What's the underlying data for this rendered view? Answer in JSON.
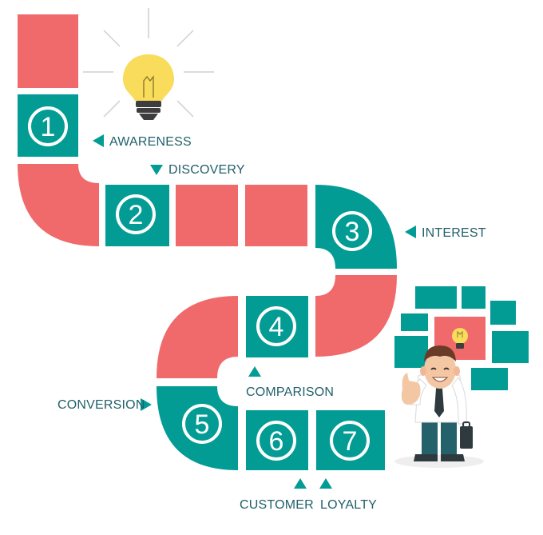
{
  "stages": [
    {
      "number": "1",
      "label": "AWARENESS"
    },
    {
      "number": "2",
      "label": "DISCOVERY"
    },
    {
      "number": "3",
      "label": "INTEREST"
    },
    {
      "number": "4",
      "label": "COMPARISON"
    },
    {
      "number": "5",
      "label": "CONVERSION"
    },
    {
      "number": "6",
      "label": "CUSTOMER"
    },
    {
      "number": "7",
      "label": "LOYALTY"
    }
  ],
  "colors": {
    "teal": "#039c95",
    "coral": "#f06a6b",
    "label_text": "#21606a",
    "bulb_yellow": "#f9dc5c",
    "bulb_base": "#3e3e3e"
  },
  "icons": {
    "idea": "lightbulb-icon",
    "person": "businessman-thumbs-up-icon",
    "direction": "triangle-arrow-icon"
  }
}
